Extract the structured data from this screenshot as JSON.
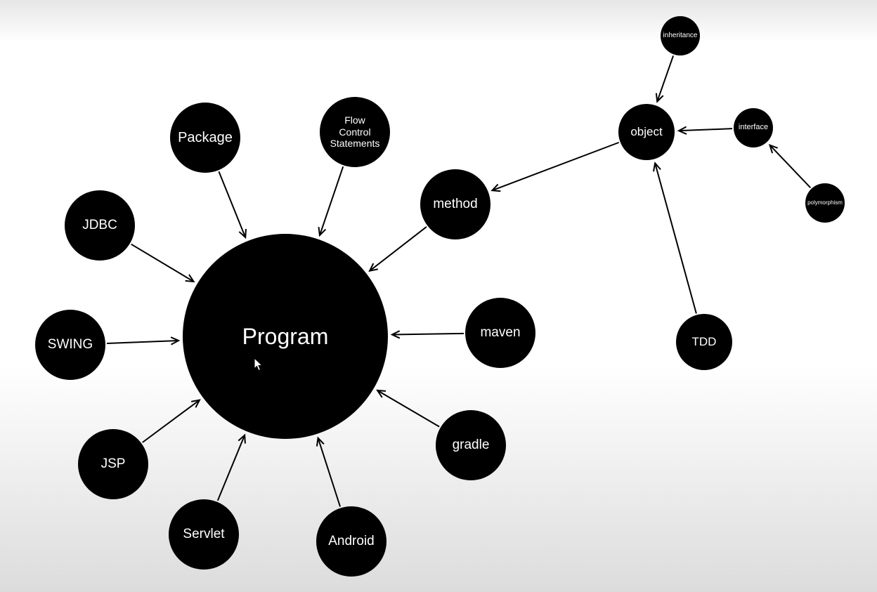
{
  "diagram": {
    "nodes": [
      {
        "id": "program",
        "label": "Program"
      },
      {
        "id": "package",
        "label": "Package"
      },
      {
        "id": "flow-control",
        "label": "Flow\nControl\nStatements"
      },
      {
        "id": "jdbc",
        "label": "JDBC"
      },
      {
        "id": "method",
        "label": "method"
      },
      {
        "id": "object",
        "label": "object"
      },
      {
        "id": "inheritance",
        "label": "inheritance"
      },
      {
        "id": "interface",
        "label": "interface"
      },
      {
        "id": "polymorphism",
        "label": "polymorphism"
      },
      {
        "id": "swing",
        "label": "SWING"
      },
      {
        "id": "maven",
        "label": "maven"
      },
      {
        "id": "tdd",
        "label": "TDD"
      },
      {
        "id": "jsp",
        "label": "JSP"
      },
      {
        "id": "gradle",
        "label": "gradle"
      },
      {
        "id": "servlet",
        "label": "Servlet"
      },
      {
        "id": "android",
        "label": "Android"
      }
    ],
    "edges": [
      {
        "from": "package",
        "to": "program"
      },
      {
        "from": "flow-control",
        "to": "program"
      },
      {
        "from": "jdbc",
        "to": "program"
      },
      {
        "from": "method",
        "to": "program"
      },
      {
        "from": "swing",
        "to": "program"
      },
      {
        "from": "maven",
        "to": "program"
      },
      {
        "from": "jsp",
        "to": "program"
      },
      {
        "from": "servlet",
        "to": "program"
      },
      {
        "from": "android",
        "to": "program"
      },
      {
        "from": "gradle",
        "to": "program"
      },
      {
        "from": "object",
        "to": "method"
      },
      {
        "from": "inheritance",
        "to": "object"
      },
      {
        "from": "interface",
        "to": "object"
      },
      {
        "from": "tdd",
        "to": "object"
      },
      {
        "from": "polymorphism",
        "to": "interface"
      }
    ]
  },
  "colors": {
    "node_fill": "#000000",
    "node_text": "#ffffff",
    "edge": "#000000"
  }
}
